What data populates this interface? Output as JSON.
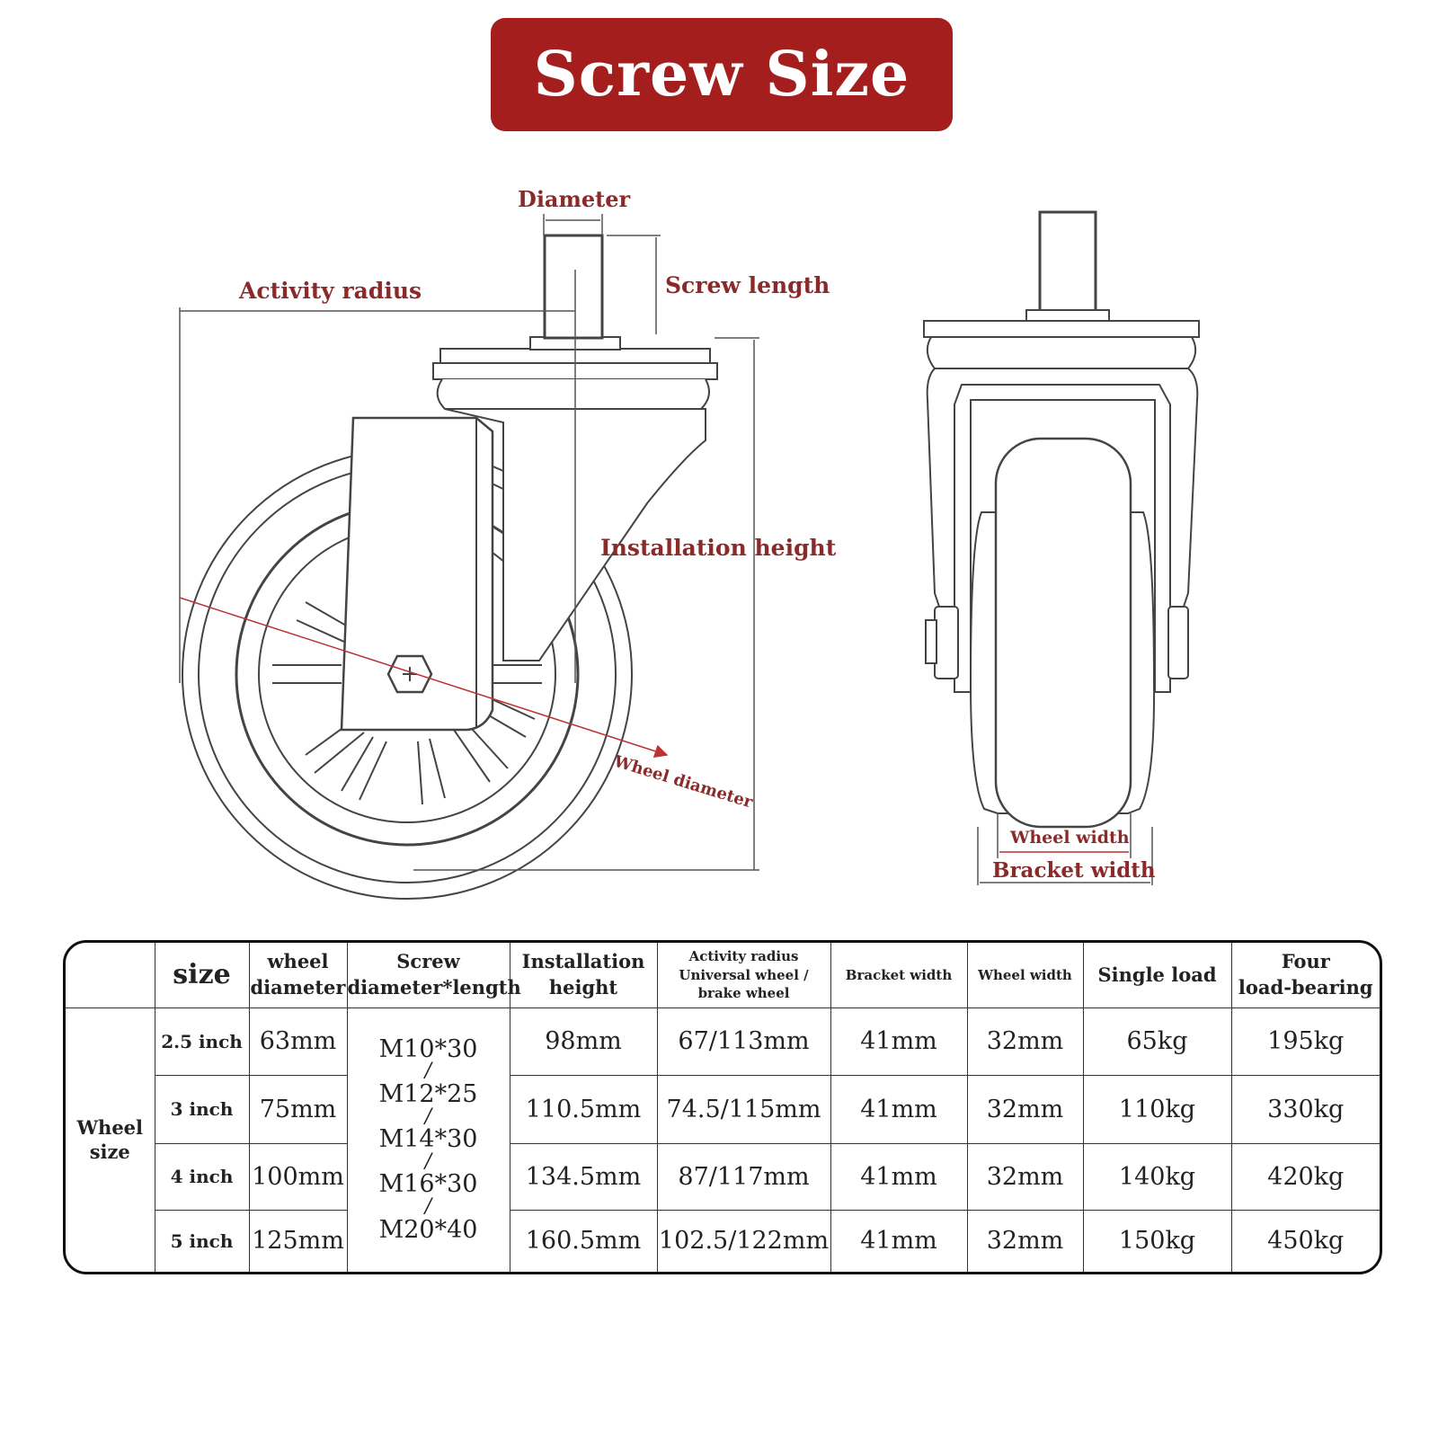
{
  "banner": {
    "title": "Screw Size",
    "color": "#a51e1e"
  },
  "diagram": {
    "label_color": "#8b2a2a",
    "labels": {
      "diameter": "Diameter",
      "screw_length": "Screw length",
      "activity_radius": "Activity radius",
      "installation_height": "Installation height",
      "wheel_diameter": "Wheel diameter",
      "wheel_width": "Wheel width",
      "bracket_width": "Bracket width"
    }
  },
  "table": {
    "headers": {
      "size": "size",
      "wheel_diameter_1": "wheel",
      "wheel_diameter_2": "diameter",
      "screw_1": "Screw",
      "screw_2": "diameter*length",
      "install_1": "Installation",
      "install_2": "height",
      "activity_1": "Activity radius",
      "activity_2": "Universal wheel /",
      "activity_3": "brake wheel",
      "bracket_width": "Bracket width",
      "wheel_width": "Wheel width",
      "single_load": "Single load",
      "four_1": "Four",
      "four_2": "load-bearing"
    },
    "group_label_1": "Wheel",
    "group_label_2": "size",
    "screw_options": [
      "M10*30",
      "M12*25",
      "M14*30",
      "M16*30",
      "M20*40"
    ],
    "screw_separator": "/",
    "rows": [
      {
        "size": "2.5 inch",
        "wheel_diameter": "63mm",
        "installation_height": "98mm",
        "activity_radius": "67/113mm",
        "bracket_width": "41mm",
        "wheel_width": "32mm",
        "single_load": "65kg",
        "four_load": "195kg"
      },
      {
        "size": "3 inch",
        "wheel_diameter": "75mm",
        "installation_height": "110.5mm",
        "activity_radius": "74.5/115mm",
        "bracket_width": "41mm",
        "wheel_width": "32mm",
        "single_load": "110kg",
        "four_load": "330kg"
      },
      {
        "size": "4 inch",
        "wheel_diameter": "100mm",
        "installation_height": "134.5mm",
        "activity_radius": "87/117mm",
        "bracket_width": "41mm",
        "wheel_width": "32mm",
        "single_load": "140kg",
        "four_load": "420kg"
      },
      {
        "size": "5 inch",
        "wheel_diameter": "125mm",
        "installation_height": "160.5mm",
        "activity_radius": "102.5/122mm",
        "bracket_width": "41mm",
        "wheel_width": "32mm",
        "single_load": "150kg",
        "four_load": "450kg"
      }
    ]
  }
}
